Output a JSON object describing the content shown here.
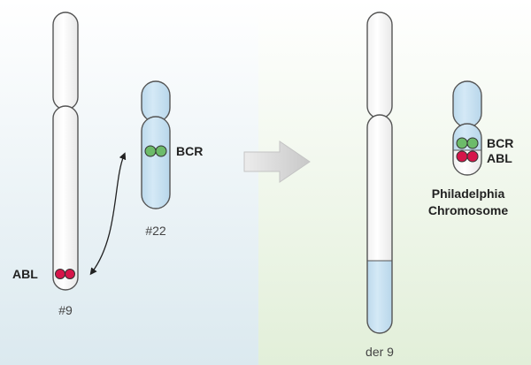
{
  "left_panel": {
    "chromosome_9": {
      "number_label": "#9",
      "gene_label": "ABL"
    },
    "chromosome_22": {
      "number_label": "#22",
      "gene_label": "BCR"
    }
  },
  "right_panel": {
    "der9": {
      "number_label": "der 9"
    },
    "philadelphia": {
      "gene_label_top": "BCR",
      "gene_label_bottom": "ABL",
      "name_line1": "Philadelphia",
      "name_line2": "Chromosome"
    }
  },
  "colors": {
    "left_bg_top": "#ffffff",
    "left_bg_bottom": "#dbe9ef",
    "right_bg_top": "#ffffff",
    "right_bg_bottom": "#e2efd9",
    "chromosome_white": "#ffffff",
    "chromosome_blue": "#c9e2f1",
    "outline": "#555555",
    "bcr_green": "#6dbb6a",
    "abl_red": "#d6154a",
    "arrow_gray": "#d4d4d4",
    "label_text": "#222222",
    "number_text": "#444444"
  }
}
